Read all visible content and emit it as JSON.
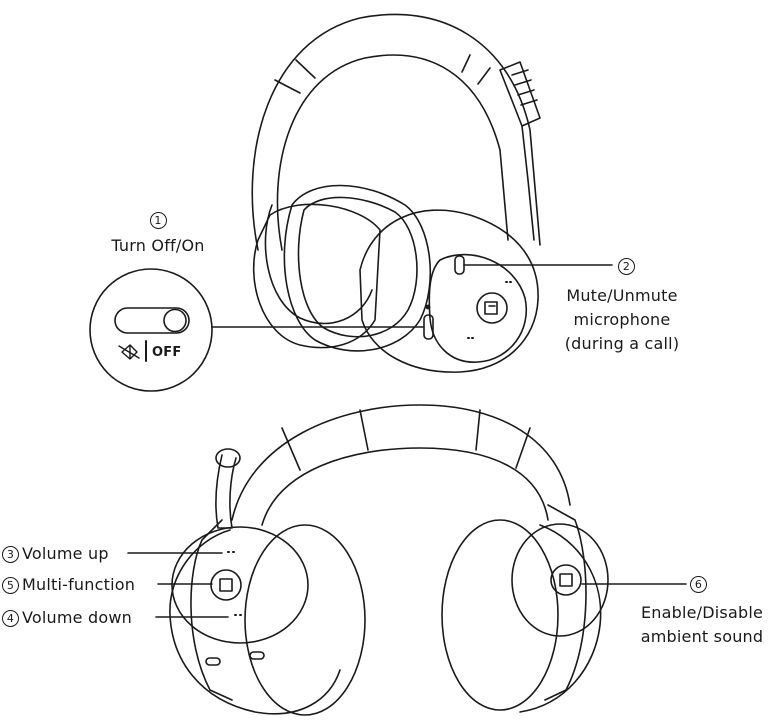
{
  "callouts": [
    {
      "num": "1",
      "label": "Turn Off/On"
    },
    {
      "num": "2",
      "label_lines": [
        "Mute/Unmute",
        "microphone",
        "(during a call)"
      ]
    },
    {
      "num": "3",
      "label": "Volume up"
    },
    {
      "num": "5",
      "label": "Multi-function"
    },
    {
      "num": "4",
      "label": "Volume down"
    },
    {
      "num": "6",
      "label_lines": [
        "Enable/Disable",
        "ambient sound"
      ]
    }
  ],
  "switch_inset": {
    "off_label": "OFF",
    "icon": "bluetooth-icon"
  },
  "colors": {
    "line": "#1a1a1a",
    "background": "#ffffff"
  }
}
